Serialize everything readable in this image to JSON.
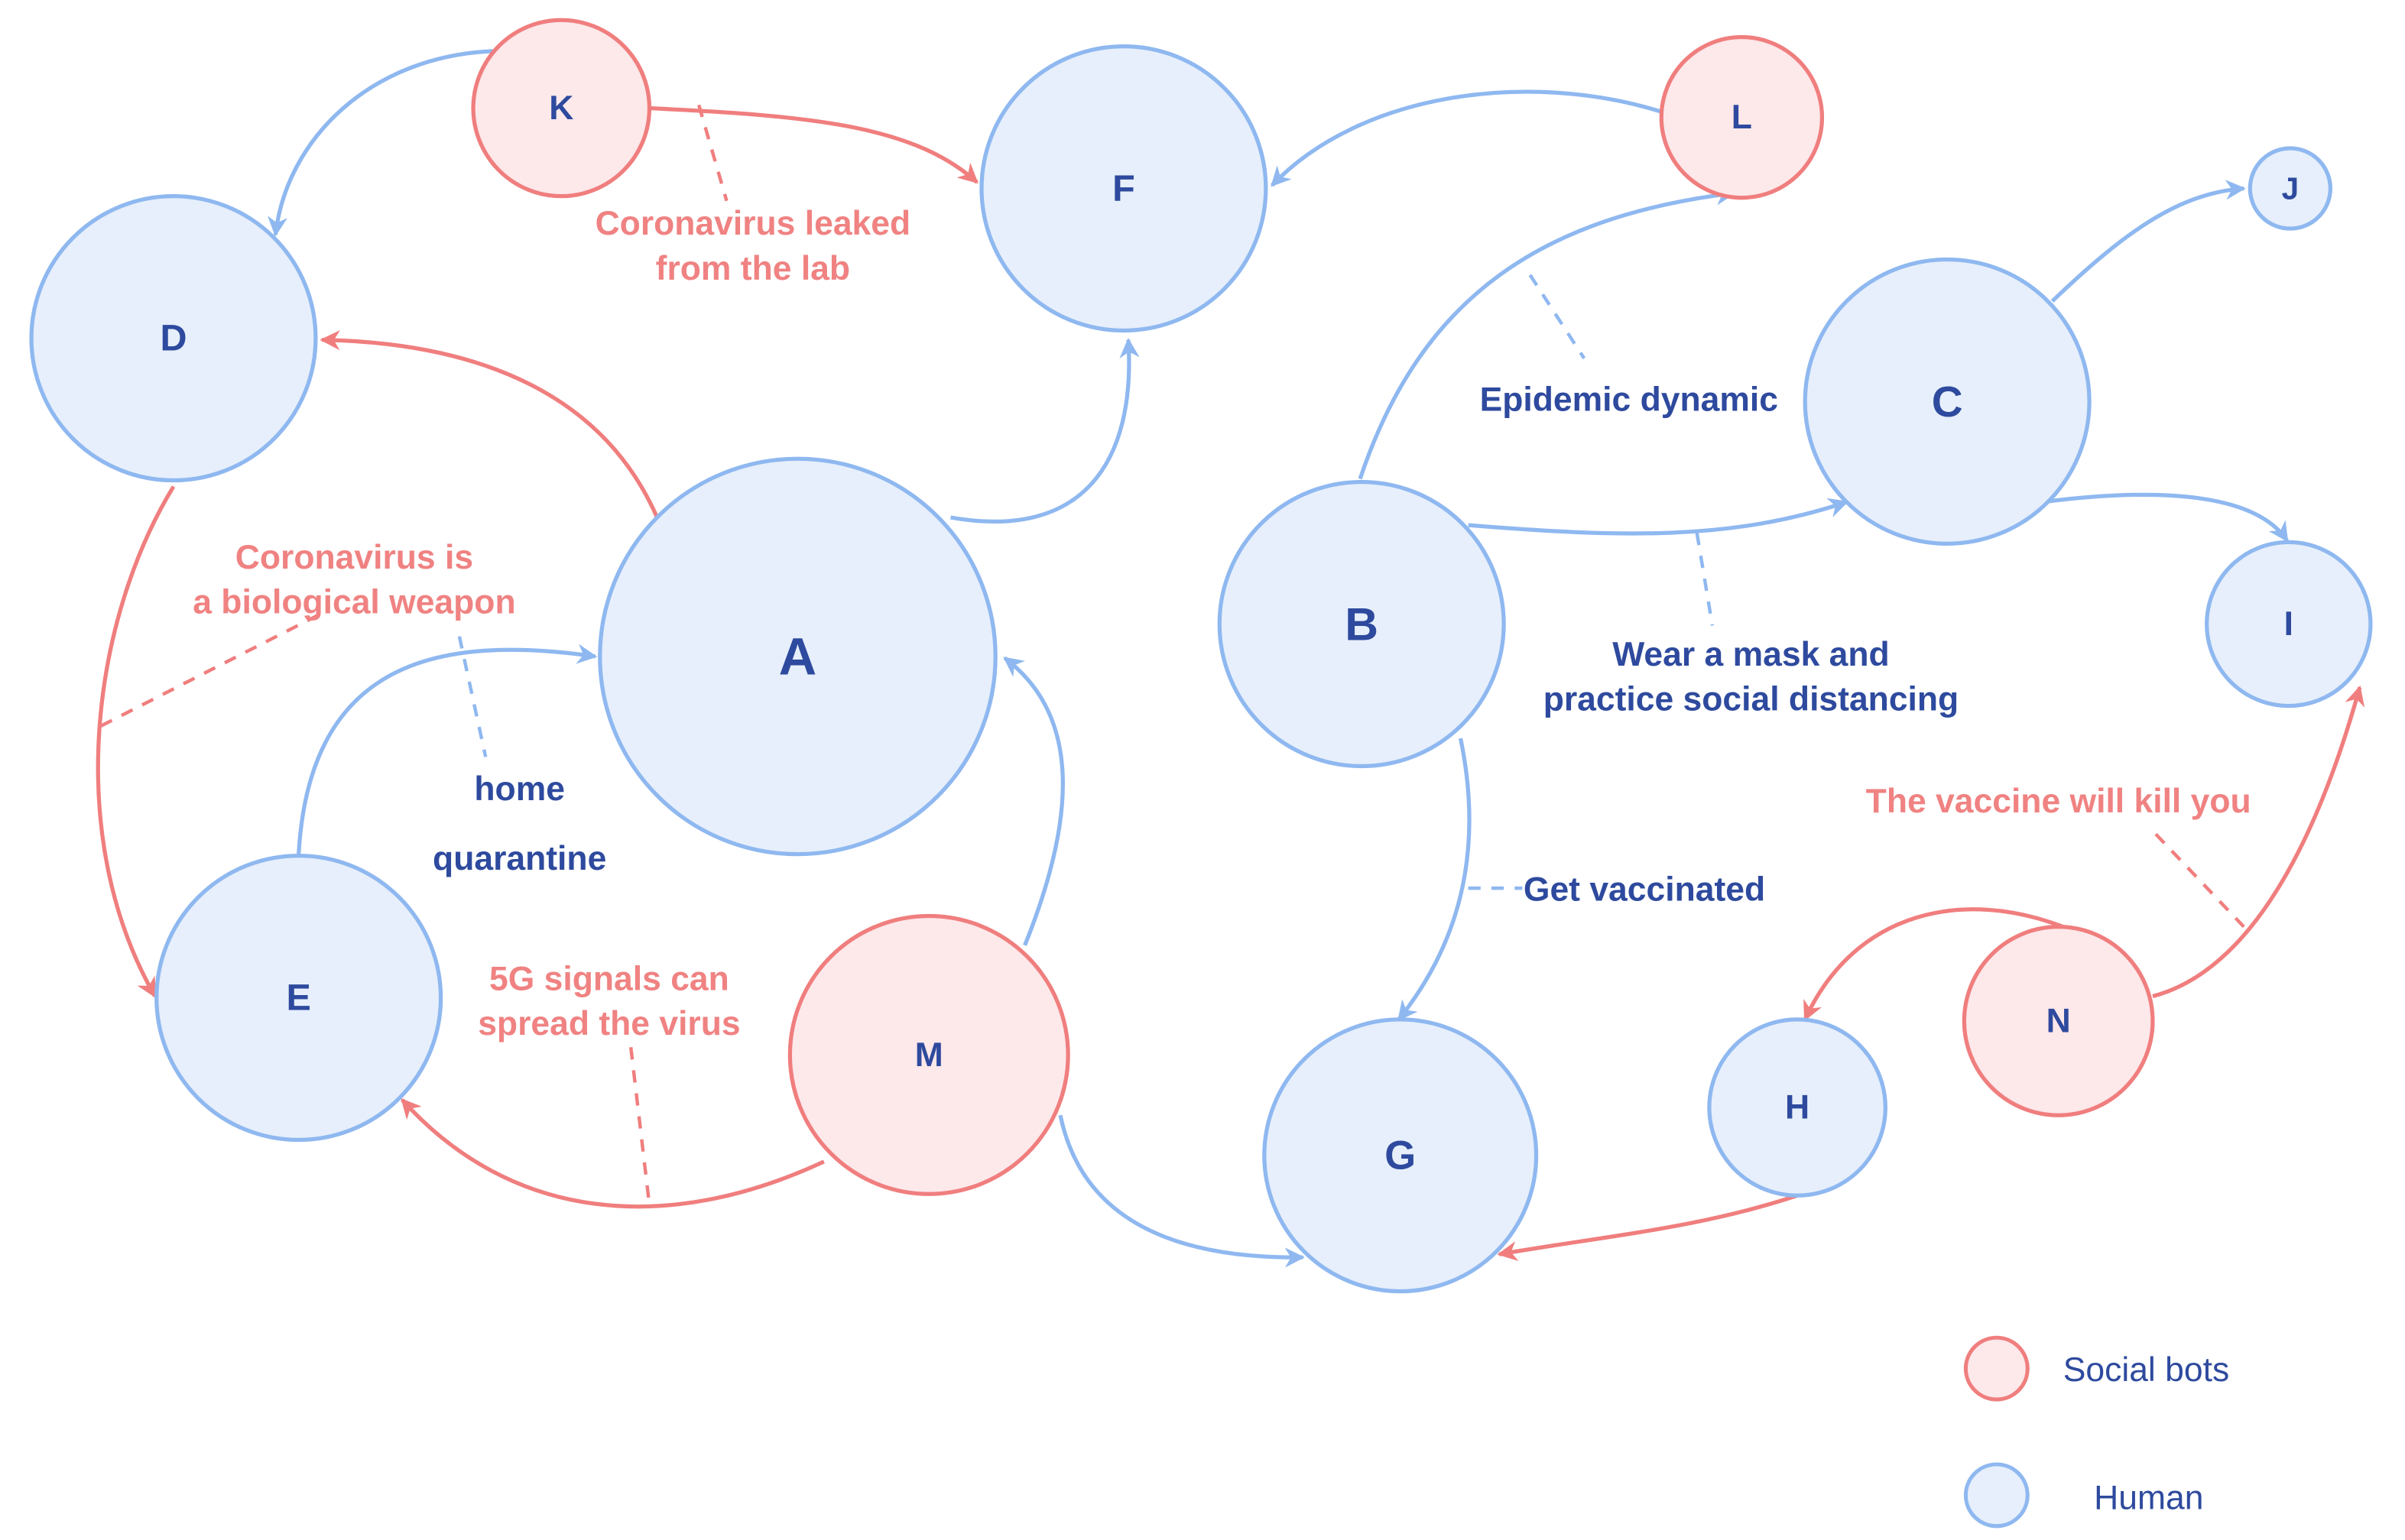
{
  "colors": {
    "bot_stroke": "#f07e7e",
    "bot_fill": "#fde8ea",
    "human_stroke": "#8fb8f0",
    "human_fill": "#e6effb",
    "node_text": "#2e4a9e",
    "bot_text": "#f08282",
    "human_text": "#2e4a9e"
  },
  "nodes": {
    "A": {
      "label": "A",
      "type": "human"
    },
    "B": {
      "label": "B",
      "type": "human"
    },
    "C": {
      "label": "C",
      "type": "human"
    },
    "D": {
      "label": "D",
      "type": "human"
    },
    "E": {
      "label": "E",
      "type": "human"
    },
    "F": {
      "label": "F",
      "type": "human"
    },
    "G": {
      "label": "G",
      "type": "human"
    },
    "H": {
      "label": "H",
      "type": "human"
    },
    "I": {
      "label": "I",
      "type": "human"
    },
    "J": {
      "label": "J",
      "type": "human"
    },
    "K": {
      "label": "K",
      "type": "bot"
    },
    "L": {
      "label": "L",
      "type": "bot"
    },
    "M": {
      "label": "M",
      "type": "bot"
    },
    "N": {
      "label": "N",
      "type": "bot"
    }
  },
  "edges": [
    {
      "from": "K",
      "to": "D",
      "type": "human"
    },
    {
      "from": "K",
      "to": "F",
      "type": "bot"
    },
    {
      "from": "L",
      "to": "F",
      "type": "human"
    },
    {
      "from": "A",
      "to": "D",
      "type": "bot"
    },
    {
      "from": "A",
      "to": "F",
      "type": "human"
    },
    {
      "from": "D",
      "to": "E",
      "type": "bot"
    },
    {
      "from": "E",
      "to": "A",
      "type": "human"
    },
    {
      "from": "M",
      "to": "A",
      "type": "human"
    },
    {
      "from": "M",
      "to": "E",
      "type": "bot"
    },
    {
      "from": "M",
      "to": "G",
      "type": "human"
    },
    {
      "from": "B",
      "to": "L",
      "type": "human"
    },
    {
      "from": "B",
      "to": "C",
      "type": "human"
    },
    {
      "from": "B",
      "to": "G",
      "type": "human"
    },
    {
      "from": "C",
      "to": "J",
      "type": "human"
    },
    {
      "from": "C",
      "to": "I",
      "type": "human"
    },
    {
      "from": "N",
      "to": "H",
      "type": "bot"
    },
    {
      "from": "N",
      "to": "I",
      "type": "bot"
    },
    {
      "from": "H",
      "to": "G",
      "type": "bot"
    }
  ],
  "messages": {
    "lab_leak": {
      "lines": [
        "Coronavirus leaked",
        "from the lab"
      ],
      "type": "bot"
    },
    "bioweapon": {
      "lines": [
        "Coronavirus is",
        "a biological weapon"
      ],
      "type": "bot"
    },
    "home": {
      "lines": [
        "home"
      ],
      "type": "human"
    },
    "quarantine": {
      "lines": [
        "quarantine"
      ],
      "type": "human"
    },
    "five_g": {
      "lines": [
        "5G signals can",
        "spread the virus"
      ],
      "type": "bot"
    },
    "epidemic": {
      "lines": [
        "Epidemic dynamic"
      ],
      "type": "human"
    },
    "mask": {
      "lines": [
        "Wear a mask and",
        "practice social distancing"
      ],
      "type": "human"
    },
    "vaccinated": {
      "lines": [
        "Get vaccinated"
      ],
      "type": "human"
    },
    "vaccine_kill": {
      "lines": [
        "The vaccine will kill you"
      ],
      "type": "bot"
    }
  },
  "legend": {
    "bot_label": "Social bots",
    "human_label": "Human"
  }
}
